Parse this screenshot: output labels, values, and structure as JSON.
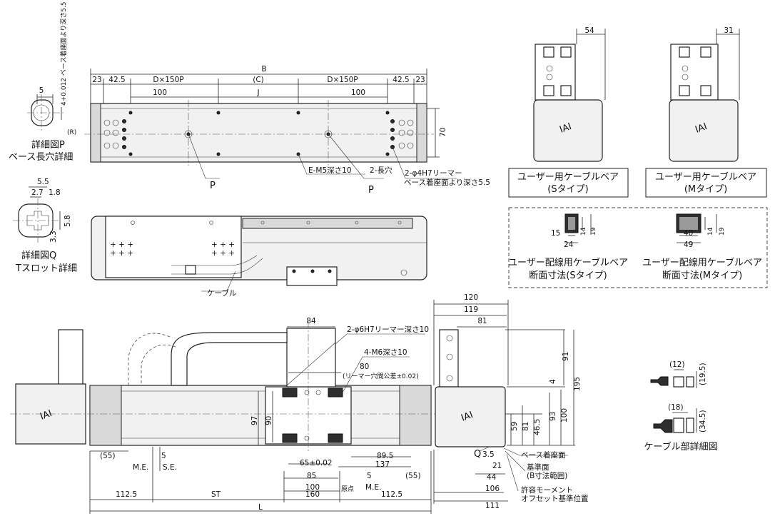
{
  "detail_p": {
    "dim_5": "5",
    "dim_depth": "4+0.012 ベース着座面より深さ5.5",
    "r_label": "(R)",
    "title_1": "詳細図P",
    "title_2": "ベース長穴詳細"
  },
  "detail_q": {
    "dim_55": "5.5",
    "dim_27": "2.7",
    "dim_18": "1.8",
    "dim_58": "5.8",
    "dim_33": "3.3",
    "title_1": "詳細図Q",
    "title_2": "Tスロット詳細"
  },
  "top_view": {
    "dim_b": "B",
    "dim_23_l": "23",
    "dim_425_l": "42.5",
    "dim_d150_l": "D×150P",
    "dim_c": "(C)",
    "dim_d150_r": "D×150P",
    "dim_425_r": "42.5",
    "dim_23_r": "23",
    "dim_100_l": "100",
    "dim_j": "J",
    "dim_100_r": "100",
    "dim_70": "70",
    "note_em5": "E-M5深さ10",
    "note_slot": "2-長穴",
    "note_reamer_1": "2-φ4H7リーマー",
    "note_reamer_2": "ベース着座面より深さ5.5",
    "p_label_l": "P",
    "p_label_r": "P"
  },
  "side_view": {
    "cable_label": "ケーブル"
  },
  "cable_bear_s": {
    "dim_54": "54",
    "caption_1": "ユーザー用ケーブルベア",
    "caption_2": "(Sタイプ)"
  },
  "cable_bear_m": {
    "dim_31": "31",
    "caption_1": "ユーザー用ケーブルベア",
    "caption_2": "(Mタイプ)"
  },
  "section_s": {
    "dim_15": "15",
    "dim_24": "24",
    "dim_14": "14",
    "dim_19": "19",
    "caption_1": "ユーザー配線用ケーブルベア",
    "caption_2": "断面寸法(Sタイプ)"
  },
  "section_m": {
    "dim_40": "40",
    "dim_49": "49",
    "dim_14": "14",
    "dim_19": "19",
    "caption_1": "ユーザー配線用ケーブルベア",
    "caption_2": "断面寸法(Mタイプ)"
  },
  "front_view": {
    "dim_84": "84",
    "note_reamer": "2-φ6H7リーマー深さ10",
    "note_m6": "4-M6深さ10",
    "dim_80": "80",
    "note_tol": "(リーマー穴間公差±0.02)",
    "dim_97": "97",
    "dim_90": "90",
    "dim_55": "(55)",
    "dim_5_a": "5",
    "me_l": "M.E.",
    "se": "S.E.",
    "dim_65": "65±0.02",
    "dim_895": "89.5",
    "dim_85": "85",
    "dim_137": "137",
    "dim_5_b": "5",
    "dim_55_r": "(55)",
    "me_r": "M.E.",
    "dim_100": "100",
    "origin": "原点",
    "dim_1125_l": "112.5",
    "dim_st": "ST",
    "dim_160": "160",
    "dim_1125_r": "112.5",
    "dim_l": "L"
  },
  "end_view": {
    "dim_120": "120",
    "dim_119": "119",
    "dim_81_top": "81",
    "dim_91": "91",
    "dim_4": "4",
    "dim_195": "195",
    "dim_100": "100",
    "dim_93": "93",
    "dim_59": "59",
    "dim_81": "81",
    "dim_465": "46.5",
    "q_label": "Q",
    "dim_35": "3.5",
    "dim_21": "21",
    "dim_44": "44",
    "dim_106": "106",
    "dim_111": "111",
    "note_base": "ベース着座面",
    "note_ref_1": "基準面",
    "note_ref_2": "(B寸法範囲)",
    "note_moment_1": "許容モーメント",
    "note_moment_2": "オフセット基準位置"
  },
  "cable_detail": {
    "dim_12": "(12)",
    "dim_195": "(19.5)",
    "dim_18": "(18)",
    "dim_345": "(34.5)",
    "caption": "ケーブル部詳細図"
  }
}
